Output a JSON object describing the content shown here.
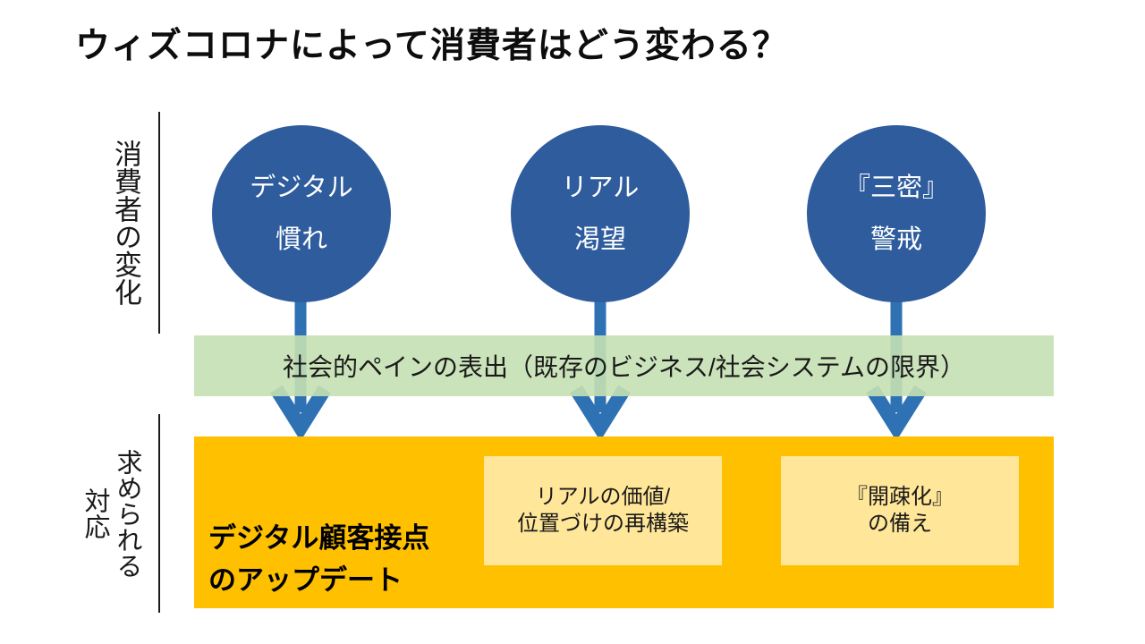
{
  "title": "ウィズコロナによって消費者はどう変わる？",
  "row_labels": {
    "consumer_change": "消費者の変化",
    "required_response": "求められる",
    "required_response_sub": "対応"
  },
  "consumer_changes": [
    {
      "line1": "デジタル",
      "line2": "慣れ"
    },
    {
      "line1": "リアル",
      "line2": "渇望"
    },
    {
      "line1": "『三密』",
      "line2": "警戒"
    }
  ],
  "pain_band": {
    "label": "社会的ペインの表出（既存のビジネス/社会システムの限界）"
  },
  "response": {
    "main_label_line1": "デジタル顧客接点",
    "main_label_line2": "のアップデート",
    "sub_boxes": [
      {
        "line1": "リアルの価値/",
        "line2": "位置づけの再構築"
      },
      {
        "line1": "『開疎化』",
        "line2": "の備え"
      }
    ]
  },
  "colors": {
    "circle_blue": "#2E5C9D",
    "arrow_blue": "#2E72B4",
    "band_green": "#C5E0B3",
    "box_orange": "#FFC000",
    "box_light_yellow": "#FFE699"
  }
}
